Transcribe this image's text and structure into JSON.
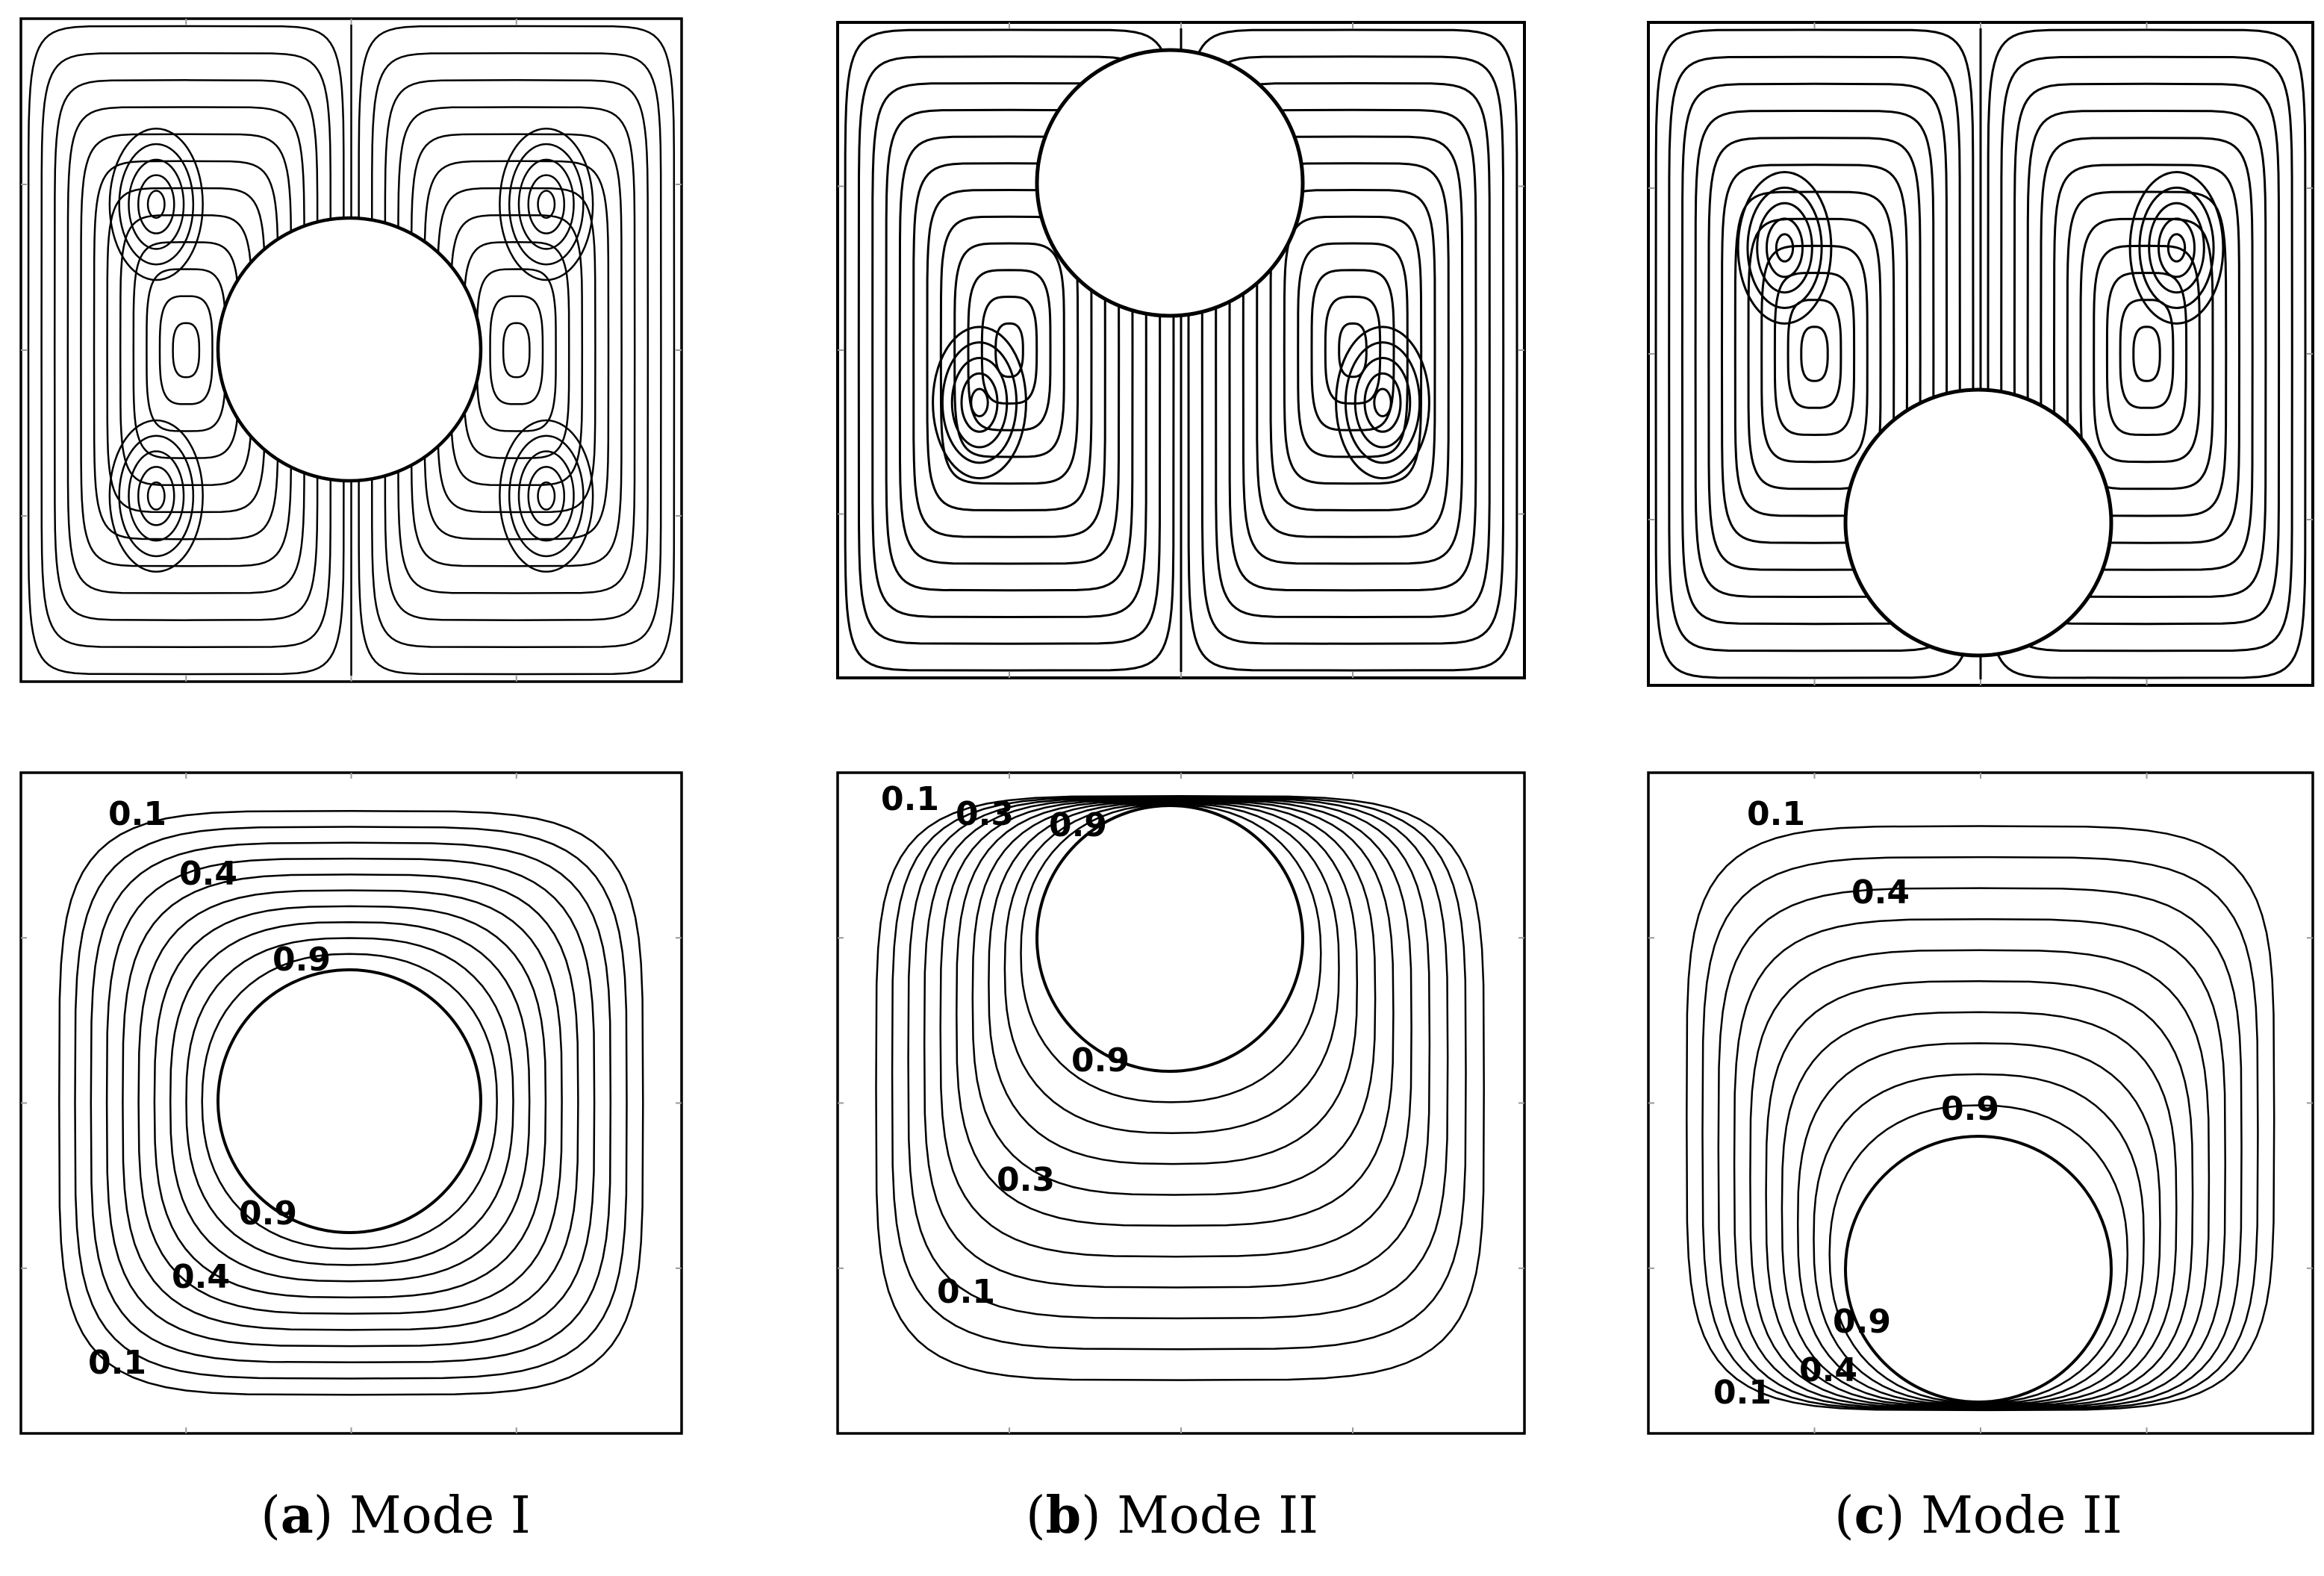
{
  "panels": [
    {
      "id": "a",
      "letter": "a",
      "mode": "Mode I",
      "isotherm_labels": [
        "0.1",
        "0.4",
        "0.9",
        "0.9",
        "0.4",
        "0.1"
      ]
    },
    {
      "id": "b",
      "letter": "b",
      "mode": "Mode II",
      "isotherm_labels": [
        "0.1",
        "0.3",
        "0.9",
        "0.9",
        "0.3",
        "0.1"
      ]
    },
    {
      "id": "c",
      "letter": "c",
      "mode": "Mode II",
      "isotherm_labels": [
        "0.1",
        "0.4",
        "0.9",
        "0.9",
        "0.4",
        "0.1"
      ]
    }
  ],
  "colors": {
    "line": "#000000",
    "background": "#ffffff"
  }
}
